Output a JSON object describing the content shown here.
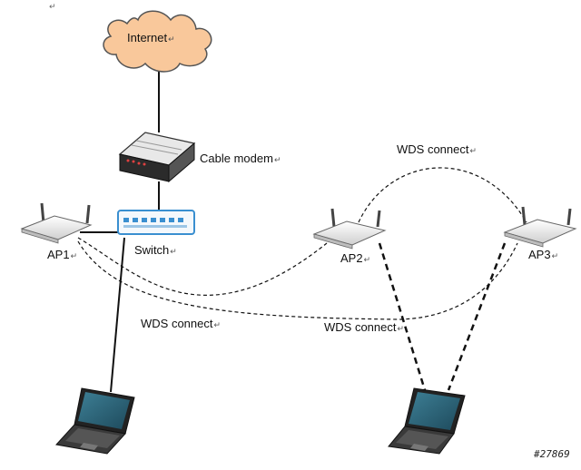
{
  "nodes": {
    "internet": {
      "label": "Internet"
    },
    "cable_modem": {
      "label": "Cable modem"
    },
    "switch": {
      "label": "Switch"
    },
    "ap1": {
      "label": "AP1"
    },
    "ap2": {
      "label": "AP2"
    },
    "ap3": {
      "label": "AP3"
    }
  },
  "links": {
    "wds_ap2_ap3": "WDS connect",
    "wds_ap1_ap2": "WDS connect",
    "wds_ap1_ap3": "WDS connect"
  },
  "paragraph_mark": "↵",
  "figure_id": "#27869",
  "colors": {
    "cloud_fill": "#f9c89b",
    "cloud_stroke": "#555555",
    "ap_body": "#f2f2f2",
    "switch_leds": "#3a8fd0",
    "laptop_screen": "#2b5e73",
    "line": "#111111"
  }
}
